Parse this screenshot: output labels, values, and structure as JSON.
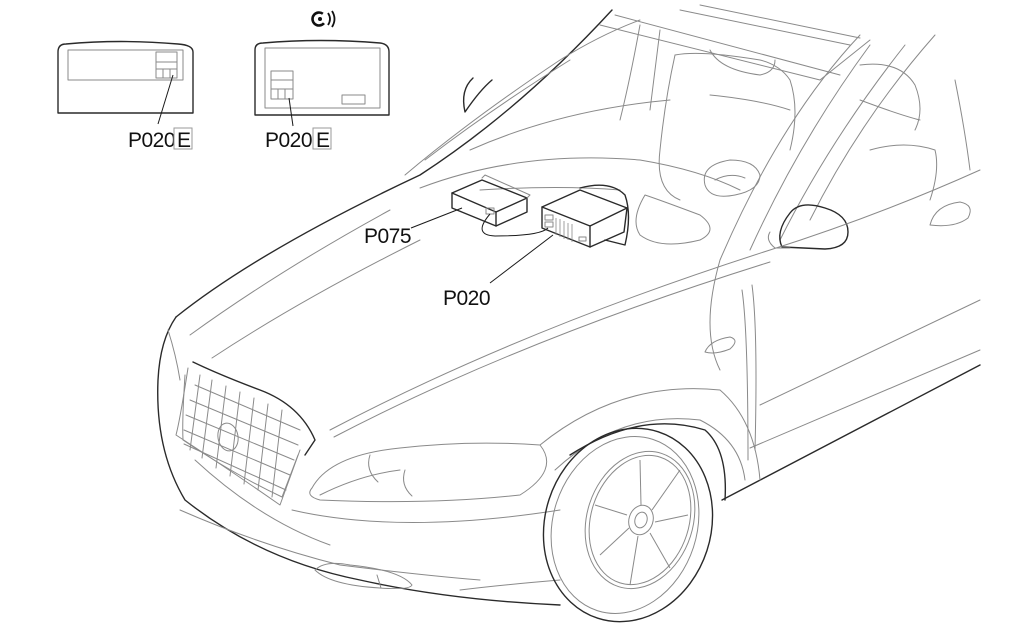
{
  "diagram": {
    "title": "Radio / CD changer component location",
    "colors": {
      "line": "#8a8a8a",
      "outline": "#2a2a2a",
      "text": "#111111"
    },
    "callouts": [
      {
        "id": "radio-unit-label",
        "code": "P020",
        "suffix": "E"
      },
      {
        "id": "navigation-radio-unit-label",
        "code": "P020",
        "suffix": "E"
      },
      {
        "id": "cd-changer-label",
        "code": "P075"
      },
      {
        "id": "radio-main-label",
        "code": "P020"
      }
    ],
    "icons": {
      "navigation": "radio-signal-icon"
    }
  }
}
